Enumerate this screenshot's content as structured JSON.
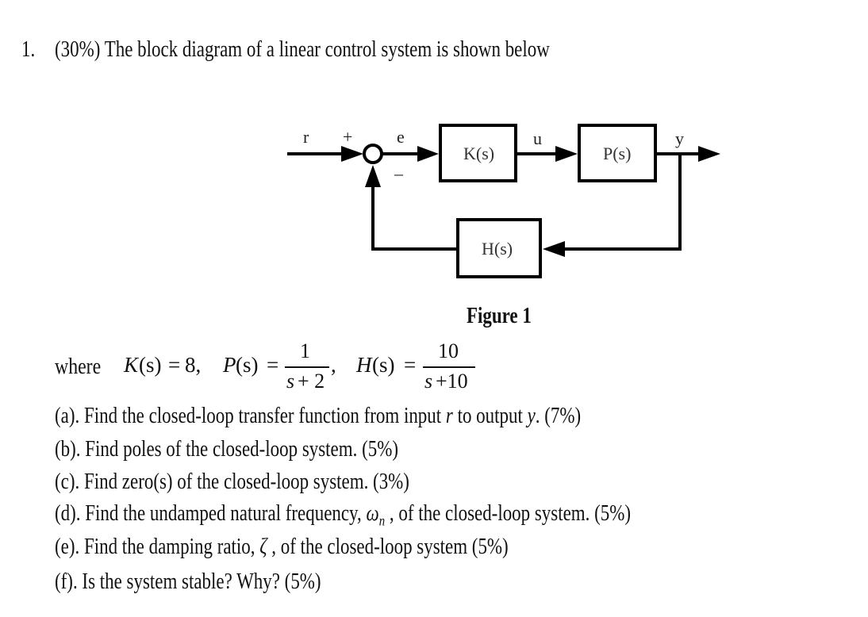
{
  "question": {
    "number": "1.",
    "title": "(30%) The block diagram of a linear control system is shown below"
  },
  "diagram": {
    "signals": {
      "r": "r",
      "e": "e",
      "u": "u",
      "y": "y"
    },
    "summing_signs": {
      "plus": "+",
      "minus": "–"
    },
    "blocks": {
      "controller": "K(s)",
      "plant": "P(s)",
      "feedback": "H(s)"
    },
    "caption": "Figure 1"
  },
  "where": {
    "word": "where",
    "K": {
      "lhs": "K",
      "arg": "(s)",
      "eq": "=",
      "value": "8,"
    },
    "P": {
      "lhs": "P",
      "arg": "(s)",
      "eq": "=",
      "num": "1",
      "den_var": "s",
      "den_rest": "+ 2",
      "trail": ","
    },
    "H": {
      "lhs": "H",
      "arg": "(s)",
      "eq": "=",
      "num": "10",
      "den_var": "s",
      "den_rest": "+10"
    }
  },
  "items": [
    {
      "pre": "(a). Find the closed-loop transfer function from input ",
      "var1": "r",
      "mid": " to output ",
      "var2": "y",
      "post": ". (7%)"
    },
    {
      "text": "(b). Find poles of the closed-loop system. (5%)"
    },
    {
      "text": "(c). Find zero(s) of the closed-loop system. (3%)"
    },
    {
      "pre": "(d). Find the undamped natural frequency, ",
      "sym": "ω",
      "sub": "n",
      "post": " , of the closed-loop system. (5%)"
    },
    {
      "pre": "(e). Find the damping ratio, ",
      "sym": "ζ",
      "post": " , of the closed-loop system (5%)"
    },
    {
      "text": "(f). Is the system stable? Why? (5%)"
    }
  ]
}
